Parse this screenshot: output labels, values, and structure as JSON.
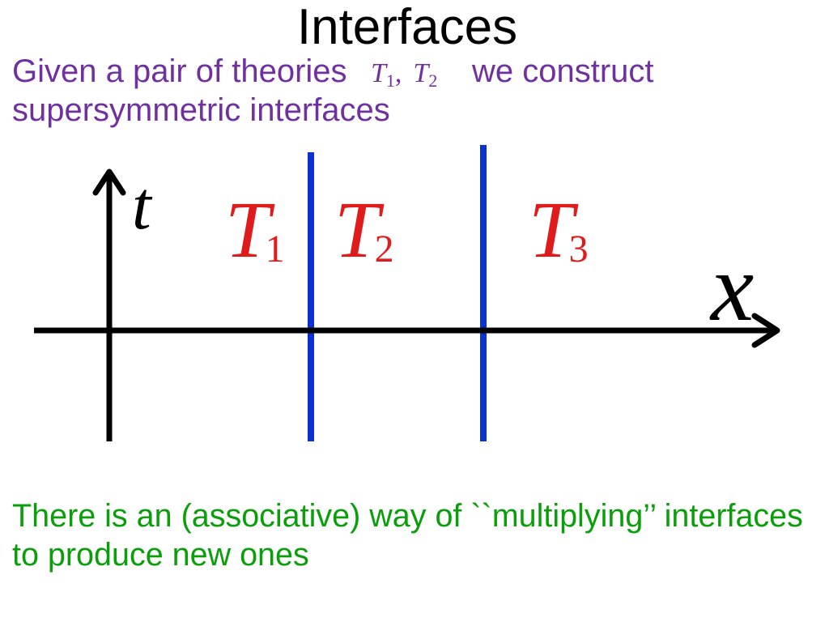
{
  "slide": {
    "title": "Interfaces",
    "intro": {
      "before": "Given a pair of theories",
      "theories": [
        {
          "letter": "T",
          "sub": "1"
        },
        {
          "letter": "T",
          "sub": "2"
        }
      ],
      "separator": ",",
      "after": "we construct",
      "line2": "supersymmetric interfaces"
    },
    "note": {
      "line1": "There is an (associative) way of ``multiplying’’ interfaces",
      "line2": "to produce new ones"
    }
  },
  "diagram": {
    "time_axis_label": "t",
    "space_axis_label": "x",
    "regions": [
      {
        "letter": "T",
        "sub": "1"
      },
      {
        "letter": "T",
        "sub": "2"
      },
      {
        "letter": "T",
        "sub": "3"
      }
    ]
  },
  "colors": {
    "title": "#000000",
    "intro_text": "#7030a0",
    "note_text": "#0a9f0a",
    "region_labels": "#e01b1b",
    "interfaces": "#0b32d0",
    "axes": "#000000",
    "background": "#ffffff"
  }
}
